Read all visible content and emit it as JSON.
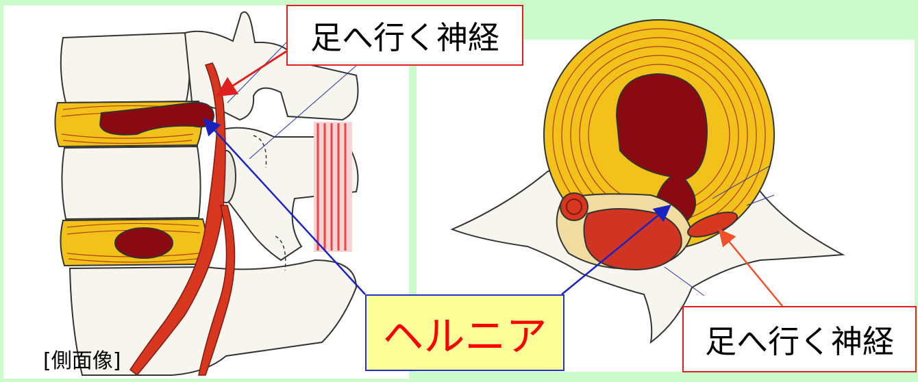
{
  "labels": {
    "nerve_top": "足へ行く神経",
    "nerve_bottom": "足へ行く神経",
    "hernia": "ヘルニア",
    "view_caption": "[側面像]"
  },
  "colors": {
    "background": "#ccfccc",
    "disc": "#f2c21b",
    "nucleus": "#8b0a12",
    "nerve": "#d8371f",
    "callout_red": "#e02020",
    "arrow_blue": "#1a22c0",
    "hernia_fill": "#ffff99"
  }
}
